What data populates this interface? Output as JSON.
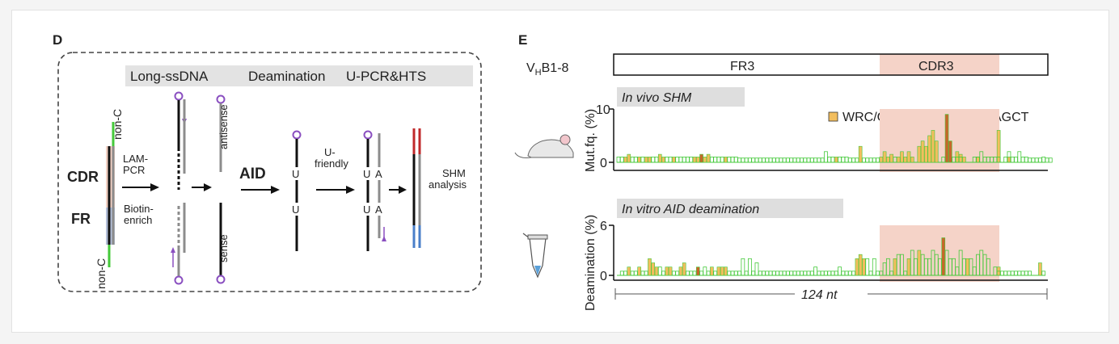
{
  "panel_d": {
    "label": "D",
    "steps": [
      "Long-ssDNA",
      "Deamination",
      "U-PCR&HTS"
    ],
    "cdr_label": "CDR",
    "fr_label": "FR",
    "nonc_top": "non-C",
    "nonc_bottom": "non-C",
    "lam_pcr_1": "LAM-",
    "lam_pcr_2": "PCR",
    "biotin_1": "Biotin-",
    "biotin_2": "enrich",
    "antisense": "antisense",
    "sense": "sense",
    "aid": "AID",
    "u_friendly_1": "U-",
    "u_friendly_2": "friendly",
    "u_letter": "U",
    "a_letter": "A",
    "shm_1": "SHM",
    "shm_2": "analysis"
  },
  "panel_e": {
    "label": "E",
    "gene_prefix": "V",
    "gene_sub": "H",
    "gene_suffix": "B1-8",
    "region_fr3": "FR3",
    "region_cdr3": "CDR3",
    "legend_wrc": "WRC/GYW",
    "legend_agct": "AGCT",
    "top_title": "In vivo SHM",
    "bottom_title": "In vitro AID deamination",
    "top_ylabel": "Mut.fq. (%)",
    "bottom_ylabel": "Deamination (%)",
    "top_ticks": [
      "10",
      "0"
    ],
    "bottom_ticks": [
      "6",
      "0"
    ],
    "xlabel": "124 nt"
  },
  "colors": {
    "wrc": "#f2be5e",
    "agct": "#c8662a",
    "cdr_shade": "#f5d3c8",
    "green": "#44c93a",
    "purple": "#8a4fc0",
    "strand_red": "#c0292b",
    "strand_blue": "#4a7fc9",
    "strand_gray": "#8c8c8c"
  },
  "chart_data": [
    {
      "type": "bar",
      "title": "In vivo SHM",
      "ylabel": "Mut.fq. (%)",
      "ylim": [
        0,
        10
      ],
      "x_count": 124,
      "cdr3_range": [
        76,
        110
      ],
      "series": [
        {
          "name": "WRC/GYW",
          "values": [
            0,
            0,
            1,
            1.5,
            0,
            0,
            1,
            0,
            1,
            1,
            0,
            0,
            1.5,
            1,
            0,
            0,
            1,
            0,
            0,
            0,
            0,
            0,
            1,
            1,
            0,
            1,
            1.5,
            0,
            0,
            0,
            0,
            1,
            0,
            0,
            0,
            0,
            0,
            0,
            0,
            0,
            0,
            0,
            0,
            0,
            0,
            0,
            0,
            0,
            0,
            0,
            0,
            0,
            0,
            0,
            0,
            0,
            0,
            0,
            0,
            0,
            0,
            0,
            0,
            1,
            0,
            0,
            0,
            0,
            0,
            0,
            3,
            0,
            0,
            0,
            0,
            0,
            1,
            2,
            1,
            1.5,
            0,
            1,
            2,
            1,
            2,
            1,
            0,
            3,
            4,
            3,
            5,
            6,
            4,
            0,
            0,
            0,
            0,
            0,
            2,
            1.5,
            1,
            0,
            0,
            0,
            1,
            0,
            0,
            0,
            0,
            0,
            6,
            0,
            0,
            1,
            0,
            0,
            0,
            0,
            0,
            0,
            0,
            0,
            0,
            0,
            0,
            0,
            0
          ]
        },
        {
          "name": "AGCT",
          "values": [
            0,
            0,
            0,
            0,
            0,
            0,
            0,
            0,
            0,
            0,
            0,
            0,
            0,
            0,
            0,
            0,
            0,
            0,
            0,
            0,
            0,
            0,
            0,
            0,
            1.5,
            0,
            0,
            0,
            0,
            0,
            0,
            0,
            0,
            0,
            0,
            0,
            0,
            0,
            0,
            0,
            0,
            0,
            0,
            0,
            0,
            0,
            0,
            0,
            0,
            0,
            0,
            0,
            0,
            0,
            0,
            0,
            0,
            0,
            0,
            0,
            0,
            0,
            0,
            0,
            0,
            0,
            0,
            0,
            0,
            0,
            0,
            0,
            0,
            0,
            0,
            0,
            0,
            0,
            0,
            0,
            0,
            0,
            0,
            0,
            0,
            0,
            0,
            0,
            0,
            0,
            0,
            0,
            0,
            0,
            0,
            9,
            4,
            0,
            0,
            0,
            0,
            0,
            0,
            0,
            0,
            0,
            0,
            0,
            0,
            0,
            0,
            0,
            0,
            0,
            0,
            0,
            0,
            0,
            0,
            0,
            0,
            0,
            0,
            0
          ]
        },
        {
          "name": "other",
          "values": [
            1,
            1,
            0,
            0,
            1,
            1,
            0,
            1,
            0,
            0,
            1,
            1,
            0,
            0,
            1,
            1,
            0,
            1,
            1,
            1,
            1,
            1,
            0,
            0,
            0,
            0,
            0,
            1,
            1,
            1,
            1,
            0,
            1,
            1,
            1,
            0.8,
            0.8,
            0.8,
            0.8,
            0.8,
            0.8,
            0.8,
            0.8,
            0.8,
            0.8,
            0.8,
            0.8,
            0.8,
            0.8,
            0.8,
            0.8,
            0.8,
            0.8,
            0.8,
            0.8,
            0.8,
            0.8,
            0.8,
            0.8,
            0.8,
            2,
            1,
            1,
            0,
            1,
            1,
            1,
            0.8,
            0.8,
            0.8,
            0,
            0.8,
            0.8,
            0.8,
            0.8,
            0.8,
            0,
            0,
            0,
            0,
            1,
            0,
            0,
            0,
            0,
            0,
            0,
            0,
            0,
            0,
            0,
            0,
            0,
            0,
            1,
            0,
            0,
            1,
            1,
            1,
            0,
            0,
            0,
            1,
            1,
            2,
            1,
            1,
            1,
            1,
            1,
            0,
            1,
            2,
            1,
            1,
            2,
            1,
            1,
            0.8,
            0.8,
            0.8,
            0.8,
            1,
            0.8,
            0.8
          ]
        }
      ]
    },
    {
      "type": "bar",
      "title": "In vitro AID deamination",
      "ylabel": "Deamination (%)",
      "ylim": [
        0,
        6
      ],
      "x_count": 124,
      "cdr3_range": [
        76,
        110
      ],
      "series": [
        {
          "name": "WRC/GYW",
          "values": [
            0,
            0,
            0,
            1,
            0,
            0,
            1,
            0,
            0,
            2,
            1.5,
            1,
            0,
            0,
            1,
            1,
            0,
            0,
            1,
            1.5,
            0,
            0,
            0,
            0,
            0,
            0,
            0,
            1,
            0,
            1,
            1,
            1,
            0,
            0,
            0,
            0,
            0,
            0,
            0,
            0,
            0,
            0,
            0,
            0,
            0,
            0,
            0,
            0,
            0,
            0,
            0,
            0,
            0,
            0,
            0,
            0,
            0,
            0,
            0,
            0,
            0,
            0,
            0,
            0,
            0,
            0,
            0,
            0,
            0,
            2,
            2.5,
            2,
            0,
            0,
            0,
            0,
            0,
            0,
            0,
            0,
            2,
            0,
            0,
            0,
            2,
            0,
            0,
            3,
            0,
            0,
            0,
            0,
            0,
            0,
            2,
            0,
            0,
            0,
            0,
            0,
            0,
            2,
            0,
            0,
            0,
            0,
            0,
            0,
            0,
            0,
            1,
            0,
            0,
            0,
            0,
            0,
            0,
            0,
            0,
            0,
            0,
            0,
            1.5,
            0
          ]
        },
        {
          "name": "AGCT",
          "values": [
            0,
            0,
            0,
            0,
            0,
            0,
            0,
            0,
            0,
            0,
            0,
            0,
            0,
            0,
            0,
            0,
            0,
            0,
            0,
            0,
            0,
            0,
            0,
            1,
            0,
            0,
            0,
            0,
            0,
            0,
            0,
            0,
            0,
            0,
            0,
            0,
            0,
            0,
            0,
            0,
            0,
            0,
            0,
            0,
            0,
            0,
            0,
            0,
            0,
            0,
            0,
            0,
            0,
            0,
            0,
            0,
            0,
            0,
            0,
            0,
            0,
            0,
            0,
            0,
            0,
            0,
            0,
            0,
            0,
            0,
            0,
            0,
            0,
            0,
            0,
            0,
            0,
            0,
            0,
            0,
            0,
            0,
            0,
            0,
            0,
            0,
            0,
            0,
            0,
            0,
            0,
            0,
            0,
            0,
            4.5,
            0,
            0,
            0,
            0,
            0,
            0,
            0,
            0,
            0,
            0,
            0,
            0,
            0,
            0,
            0,
            0,
            0,
            0,
            0,
            0,
            0,
            0,
            0,
            0,
            0,
            0,
            0,
            0,
            0
          ]
        },
        {
          "name": "other",
          "values": [
            0,
            0.5,
            0.5,
            0,
            0.5,
            0.5,
            0,
            0.5,
            0.5,
            0,
            0,
            0,
            1,
            0.5,
            0,
            0,
            0.5,
            0.5,
            0,
            0,
            0.5,
            0.5,
            0.5,
            0,
            0.5,
            1,
            0.5,
            0,
            0.5,
            0,
            0,
            0,
            0.5,
            0.5,
            0.5,
            0.5,
            2,
            0.5,
            2,
            0.5,
            1.5,
            0.5,
            0.5,
            0.5,
            0.5,
            0.5,
            0.5,
            0.5,
            0.5,
            0.5,
            0.5,
            0.5,
            0.5,
            0.5,
            0.5,
            0.5,
            0.5,
            1,
            0.5,
            0.5,
            0.5,
            0.5,
            0.5,
            0.5,
            1,
            0.5,
            0.5,
            0.5,
            0.5,
            0,
            0,
            0,
            2,
            0.5,
            2,
            0.5,
            0.5,
            1.5,
            2,
            0.5,
            0,
            2.5,
            2.5,
            0.5,
            0,
            3,
            2,
            0,
            2.5,
            2,
            2,
            3,
            2.5,
            2,
            0,
            3,
            2,
            2,
            1,
            3,
            2,
            0,
            2,
            1,
            2.5,
            3,
            2.5,
            2,
            0,
            1,
            0.5,
            0.5,
            0.5,
            0.5,
            0.5,
            0.5,
            0.5,
            0.5,
            0.5,
            0.5,
            0,
            0,
            0,
            0.5
          ]
        }
      ]
    }
  ]
}
